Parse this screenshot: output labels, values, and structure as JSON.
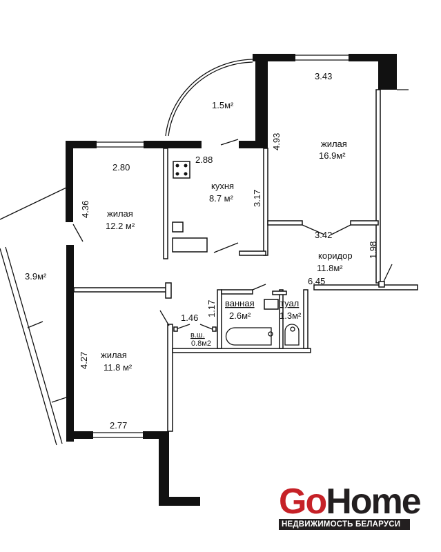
{
  "rooms": {
    "living_top_right": {
      "name": "жилая",
      "area": "16.9м²"
    },
    "kitchen": {
      "name": "кухня",
      "area": "8.7 м²"
    },
    "living_left": {
      "name": "жилая",
      "area": "12.2 м²"
    },
    "living_bottom": {
      "name": "жилая",
      "area": "11.8 м²"
    },
    "corridor": {
      "name": "коридор",
      "area": "11.8м²"
    },
    "bathroom": {
      "name": "ванная",
      "area": "2.6м²"
    },
    "toilet": {
      "name": "туал",
      "area": "1.3м²"
    },
    "closet": {
      "name": "в.ш.",
      "area": "0.8м2"
    },
    "balcony_top": {
      "area": "1.5м²"
    },
    "balcony_left": {
      "area": "3.9м²"
    }
  },
  "dimensions": [
    "3.43",
    "4.93",
    "2.88",
    "2.80",
    "3.17",
    "4.36",
    "3.42",
    "1.98",
    "6.45",
    "1.17",
    "1.46",
    "4.27",
    "2.77"
  ],
  "logo": {
    "go": "Go",
    "home": "Home",
    "tagline": "НЕДВИЖИМОСТЬ БЕЛАРУСИ",
    "brand_color": "#c62127"
  }
}
